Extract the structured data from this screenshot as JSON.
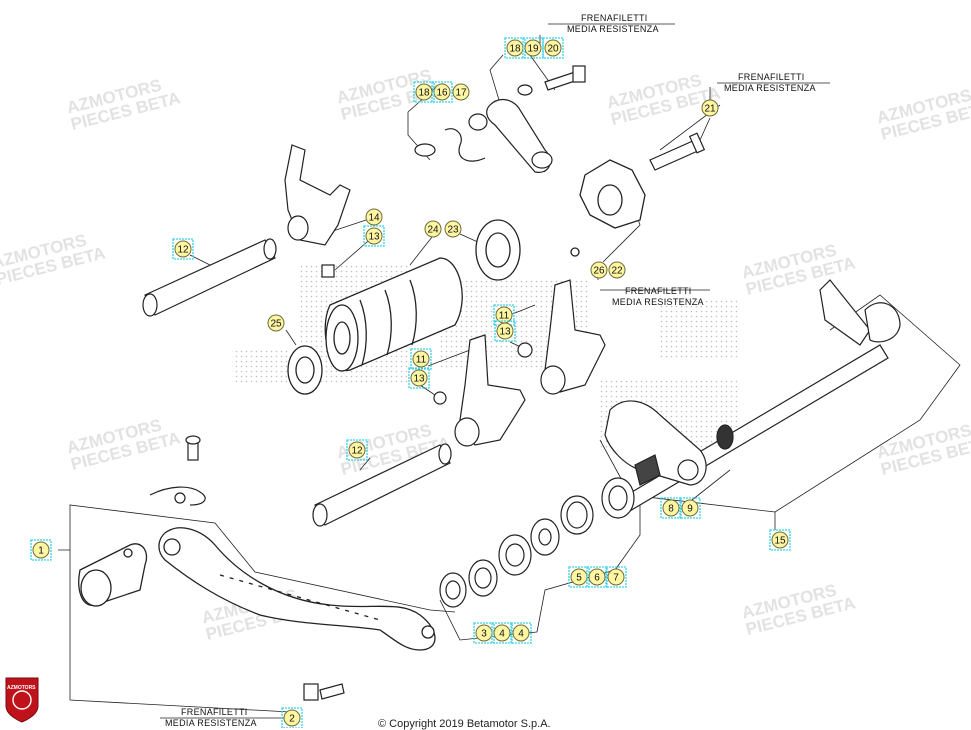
{
  "watermarks": [
    {
      "line1": "AZMOTORS",
      "line2": "PIECES BETA"
    },
    {
      "line1": "AZMOTORS",
      "line2": "PIECES BETA"
    },
    {
      "line1": "AZMOTORS",
      "line2": "PIECES BETA"
    },
    {
      "line1": "AZMOTORS",
      "line2": "PIECES BETA"
    },
    {
      "line1": "AZMOTORS",
      "line2": "PIECES BETA"
    },
    {
      "line1": "AZMOTORS",
      "line2": "PIECES BETA"
    },
    {
      "line1": "AZMOTORS",
      "line2": "PIECES BETA"
    },
    {
      "line1": "AZMOTORS",
      "line2": "PIECES BETA"
    },
    {
      "line1": "AZMOTORS",
      "line2": "PIECES BETA"
    },
    {
      "line1": "AZMOTORS",
      "line2": "PIECES BETA"
    },
    {
      "line1": "AZMOTORS",
      "line2": "PIECES BETA"
    }
  ],
  "notes": [
    {
      "line1": "FRENAFILETTI",
      "line2": "MEDIA RESISTENZA"
    },
    {
      "line1": "FRENAFILETTI",
      "line2": "MEDIA RESISTENZA"
    },
    {
      "line1": "FRENAFILETTI",
      "line2": "MEDIA RESISTENZA"
    },
    {
      "line1": "FRENAFILETTI",
      "line2": "MEDIA RESISTENZA"
    }
  ],
  "callouts": [
    "1",
    "2",
    "3",
    "4",
    "4",
    "5",
    "6",
    "7",
    "8",
    "9",
    "11",
    "11",
    "12",
    "12",
    "13",
    "13",
    "13",
    "14",
    "15",
    "16",
    "17",
    "18",
    "18",
    "19",
    "20",
    "21",
    "22",
    "23",
    "24",
    "25",
    "26"
  ],
  "copyright": "© Copyright 2019 Betamotor S.p.A.",
  "logo_text": "AZMOTORS",
  "colors": {
    "callout_fill": "#fff6a3",
    "callout_border": "#6c6c3a",
    "highlight": "#36d3e8",
    "line": "#222222"
  }
}
